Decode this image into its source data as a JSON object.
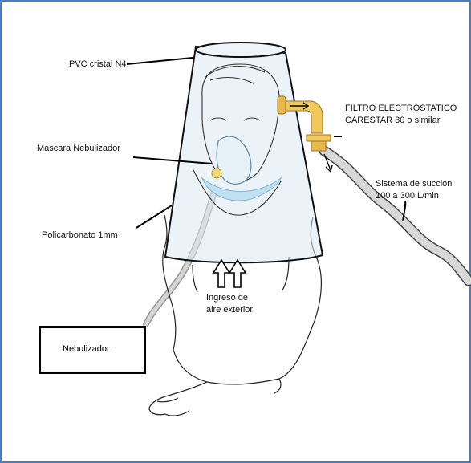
{
  "labels": {
    "pvc": "PVC cristal N4",
    "filter": [
      "FILTRO ELECTROSTATICO",
      "CARESTAR 30 o similar"
    ],
    "mask": "Mascara Nebulizador",
    "suction": [
      "Sistema de succion",
      "100 a 300 L/min"
    ],
    "polycarbonate": "Policarbonato 1mm",
    "air_intake": [
      "Ingreso de",
      "aire exterior"
    ],
    "nebulizer": "Nebulizador"
  },
  "colors": {
    "frame": "#4a7ec2",
    "hood_tint": "#dbe8f3",
    "mask_blue": "#bfe0f0",
    "connector_gold": "#e8b84a",
    "hose_gray": "#cfcfcf"
  }
}
